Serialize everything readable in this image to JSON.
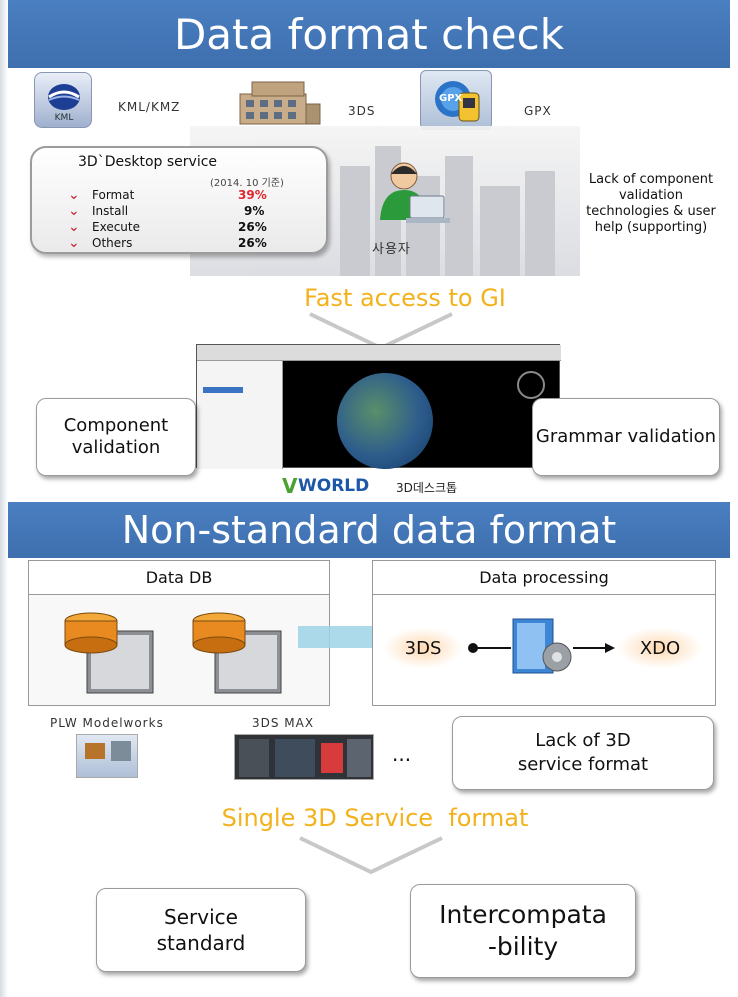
{
  "top": {
    "title": "Data format check",
    "formats": [
      "KML/KMZ",
      "3DS",
      "GPX"
    ],
    "kml_icon_text": "KML",
    "gpx_icon_text": "GPX",
    "desktop_title": "3D`Desktop service",
    "desktop_date": "(2014. 10 기준)",
    "stats": [
      {
        "label": "Format",
        "value": "39%"
      },
      {
        "label": "Install",
        "value": "9%"
      },
      {
        "label": "Execute",
        "value": "26%"
      },
      {
        "label": "Others",
        "value": "26%"
      }
    ],
    "user_label": "사용자",
    "lack_note": "Lack of component validation technologies & user help (supporting)",
    "fast_access": "Fast access to GI",
    "component_box": "Component validation",
    "grammar_box": "Grammar validation",
    "vworld_brand": "WORLD",
    "vworld_sub": "3D데스크톱"
  },
  "bottom": {
    "title": "Non-standard data format",
    "data_db": "Data DB",
    "data_processing": "Data processing",
    "flow_from": "3DS",
    "flow_to": "XDO",
    "tool1": "PLW Modelworks",
    "tool2": "3DS MAX",
    "ellipsis": "...",
    "lack_box": "Lack of 3D service format",
    "single_format": "Single 3D Service  format",
    "service_standard": "Service standard",
    "intercompat": "Intercompata -bility"
  },
  "colors": {
    "banner": "#3e6fae",
    "highlight": "#f3b21b",
    "accent_red": "#c8182a"
  }
}
